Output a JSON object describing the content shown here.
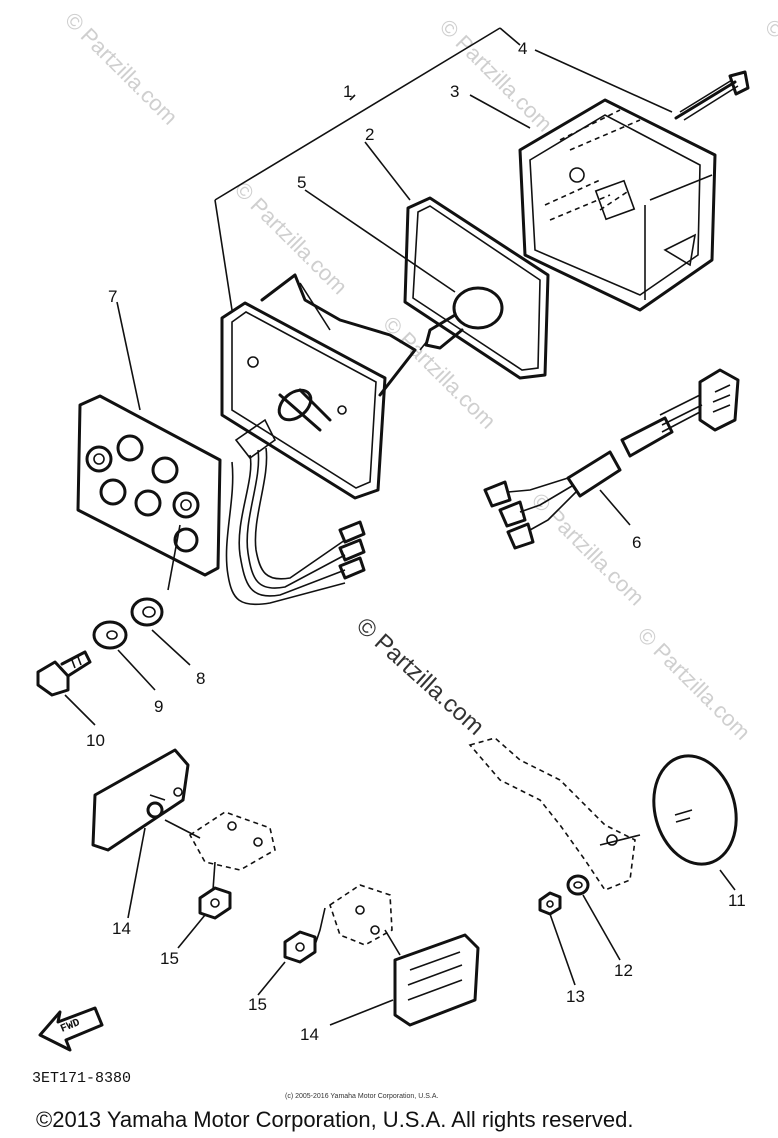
{
  "diagram": {
    "callouts": [
      "1",
      "2",
      "3",
      "4",
      "5",
      "6",
      "7",
      "8",
      "9",
      "10",
      "11",
      "12",
      "13",
      "14",
      "15",
      "14",
      "15"
    ],
    "fwd_label": "FWD",
    "part_code": "3ET171-8380",
    "small_copyright": "(c) 2005-2016 Yamaha Motor Corporation, U.S.A.",
    "watermark": "© Partzilla.com",
    "watermark_small": "© Partzilla.com"
  },
  "footer": {
    "copyright": "©2013 Yamaha Motor Corporation, U.S.A. All rights reserved."
  }
}
